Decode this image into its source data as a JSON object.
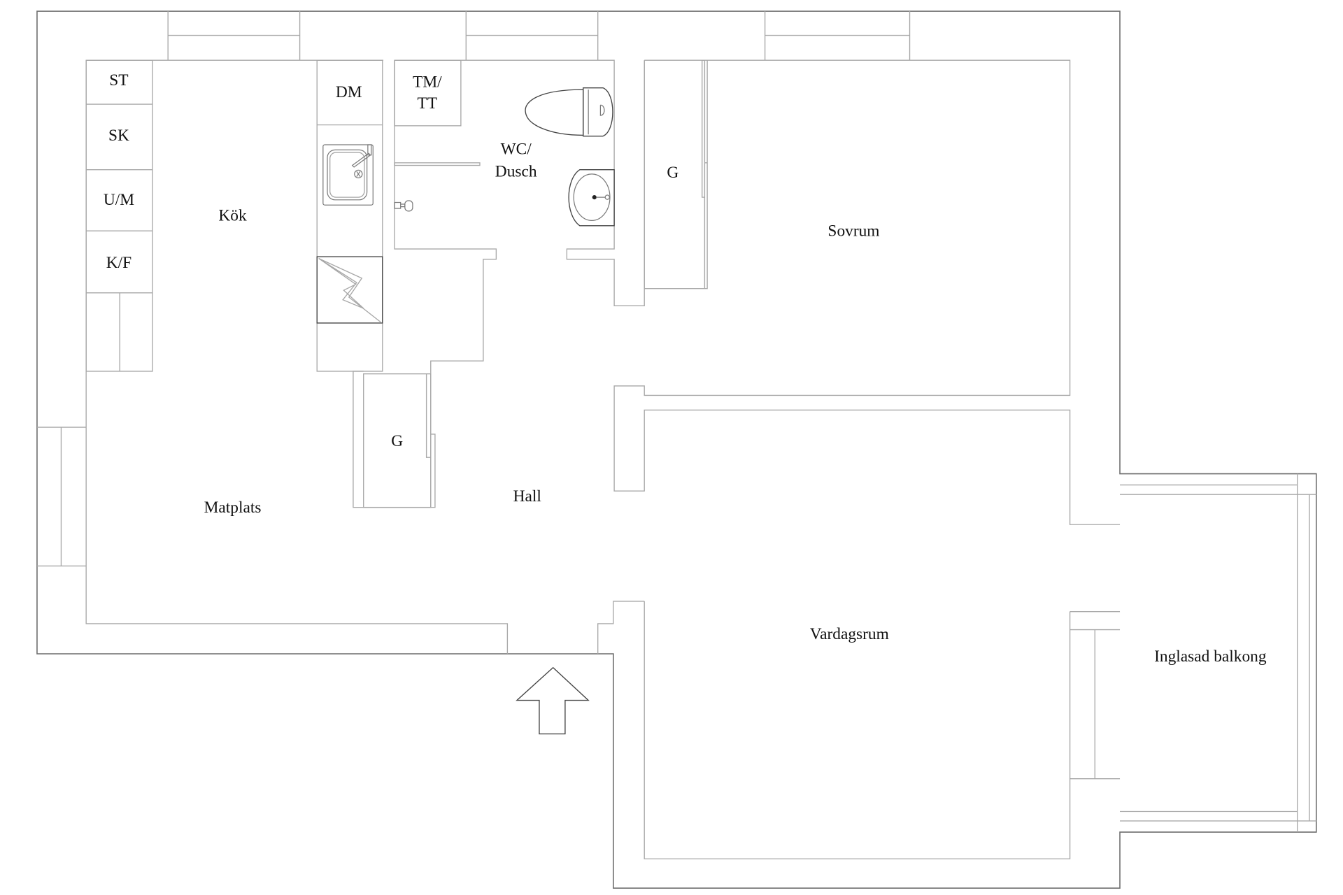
{
  "floor_plan": {
    "title": "",
    "colors": {
      "outer_wall": "#6e6e6e",
      "inner_wall": "#a8a8a8",
      "text": "#111111",
      "background": "#ffffff"
    },
    "rooms": {
      "kitchen": "Kök",
      "dining": "Matplats",
      "hall": "Hall",
      "bathroom_line1": "WC/",
      "bathroom_line2": "Dusch",
      "bedroom": "Sovrum",
      "living": "Vardagsrum",
      "balcony": "Inglasad balkong"
    },
    "appliances": {
      "st": "ST",
      "sk": "SK",
      "um": "U/M",
      "kf": "K/F",
      "dm": "DM",
      "tmtt_line1": "TM/",
      "tmtt_line2": "TT"
    },
    "closets": {
      "bedroom_closet": "G",
      "hall_closet": "G"
    },
    "icons": [
      "kitchen-sink-icon",
      "stove-icon",
      "toilet-icon",
      "washbasin-icon",
      "shower-head-icon",
      "entrance-arrow-icon"
    ]
  }
}
